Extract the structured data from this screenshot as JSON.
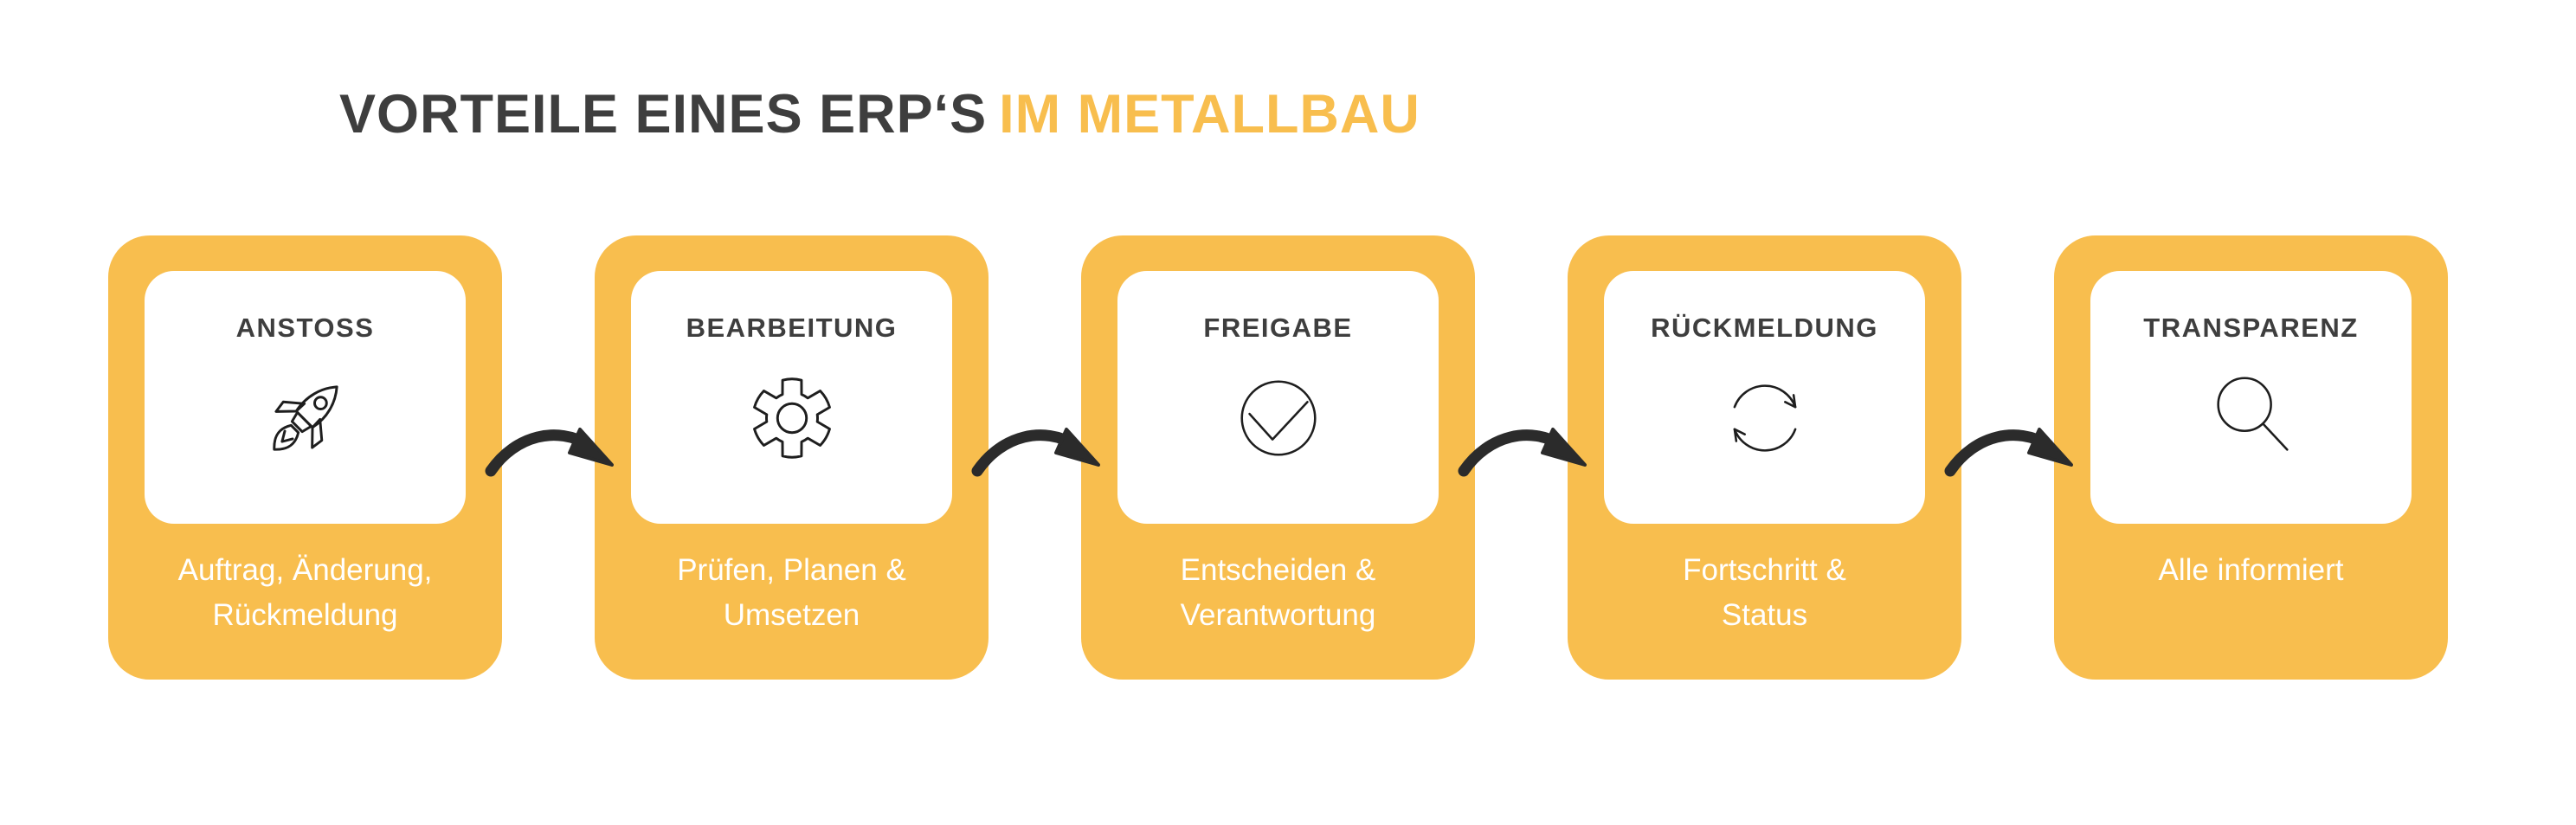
{
  "title": {
    "dark": "VORTEILE EINES ERP‘S",
    "accent": "IM METALLBAU"
  },
  "colors": {
    "card_yellow": "#F8BE4E",
    "heading_dark": "#3E3E3E",
    "arrow_black": "#2B2B2B",
    "icon_line": "#1E1E1E",
    "caption_white": "#FFFFFF",
    "background": "#FFFFFF"
  },
  "steps": [
    {
      "title": "ANSTOSS",
      "icon": "rocket-icon",
      "caption_lines": [
        "Auftrag, Änderung,",
        "Rückmeldung"
      ]
    },
    {
      "title": "BEARBEITUNG",
      "icon": "gear-icon",
      "caption_lines": [
        "Prüfen, Planen &",
        "Umsetzen"
      ]
    },
    {
      "title": "FREIGABE",
      "icon": "check-circle-icon",
      "caption_lines": [
        "Entscheiden &",
        "Verantwortung"
      ]
    },
    {
      "title": "RÜCKMELDUNG",
      "icon": "refresh-icon",
      "caption_lines": [
        "Fortschritt &",
        "Status"
      ]
    },
    {
      "title": "TRANSPARENZ",
      "icon": "magnifier-icon",
      "caption_lines": [
        "Alle informiert"
      ]
    }
  ]
}
